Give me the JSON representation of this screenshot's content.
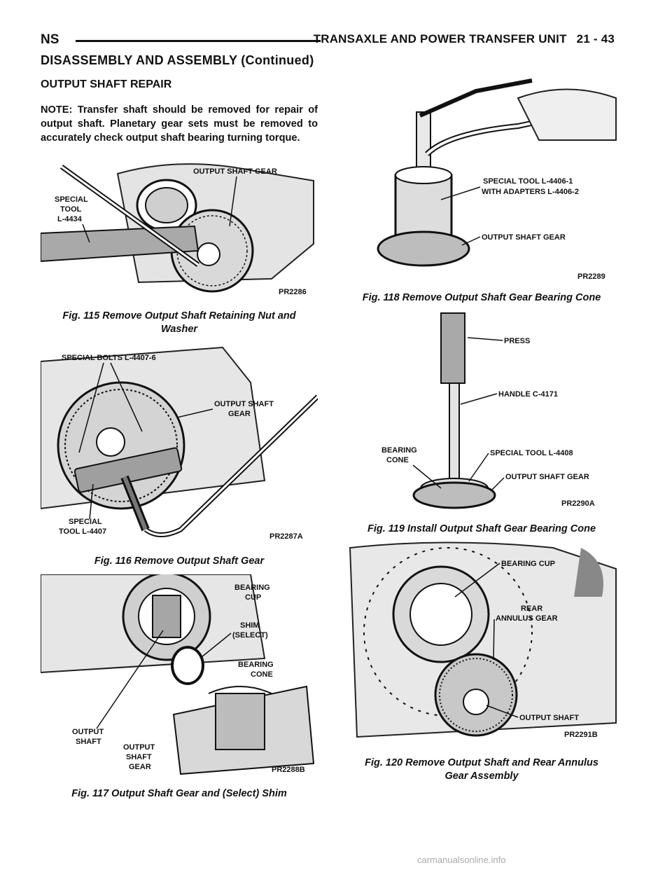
{
  "header": {
    "left": "NS",
    "title": "TRANSAXLE AND POWER TRANSFER UNIT",
    "page": "21 - 43"
  },
  "subheading": "DISASSEMBLY AND ASSEMBLY (Continued)",
  "section_title": "OUTPUT SHAFT REPAIR",
  "note": "NOTE: Transfer shaft should be removed for repair of output shaft. Planetary gear sets must be removed to accurately check output shaft bearing turning torque.",
  "figures": [
    {
      "caption_line1": "Fig. 115 Remove Output Shaft Retaining Nut and",
      "caption_line2": "Washer",
      "code": "PR2286",
      "labels": [
        "OUTPUT SHAFT GEAR",
        "SPECIAL",
        "TOOL",
        "L-4434"
      ]
    },
    {
      "caption_line1": "Fig. 116 Remove Output Shaft Gear",
      "code": "PR2287A",
      "labels": [
        "SPECIAL BOLTS L-4407-6",
        "OUTPUT SHAFT",
        "GEAR",
        "SPECIAL",
        "TOOL L-4407"
      ]
    },
    {
      "caption_line1": "Fig. 117 Output Shaft Gear and (Select) Shim",
      "code": "PR2288B",
      "labels": [
        "BEARING",
        "CUP",
        "SHIM",
        "(SELECT)",
        "BEARING",
        "CONE",
        "OUTPUT",
        "SHAFT",
        "OUTPUT",
        "SHAFT",
        "GEAR"
      ]
    },
    {
      "caption_line1": "Fig. 118 Remove Output Shaft Gear Bearing Cone",
      "code": "PR2289",
      "labels": [
        "SPECIAL TOOL L-4406-1",
        "WITH ADAPTERS L-4406-2",
        "OUTPUT SHAFT GEAR"
      ]
    },
    {
      "caption_line1": "Fig. 119 Install Output Shaft Gear Bearing Cone",
      "code": "PR2290A",
      "labels": [
        "PRESS",
        "HANDLE C-4171",
        "BEARING",
        "CONE",
        "SPECIAL TOOL L-4408",
        "OUTPUT SHAFT GEAR"
      ]
    },
    {
      "caption_line1": "Fig. 120 Remove Output Shaft and Rear Annulus",
      "caption_line2": "Gear Assembly",
      "code": "PR2291B",
      "labels": [
        "BEARING CUP",
        "REAR",
        "ANNULUS GEAR",
        "OUTPUT SHAFT"
      ]
    }
  ],
  "watermark": "carmanualsonline.info"
}
